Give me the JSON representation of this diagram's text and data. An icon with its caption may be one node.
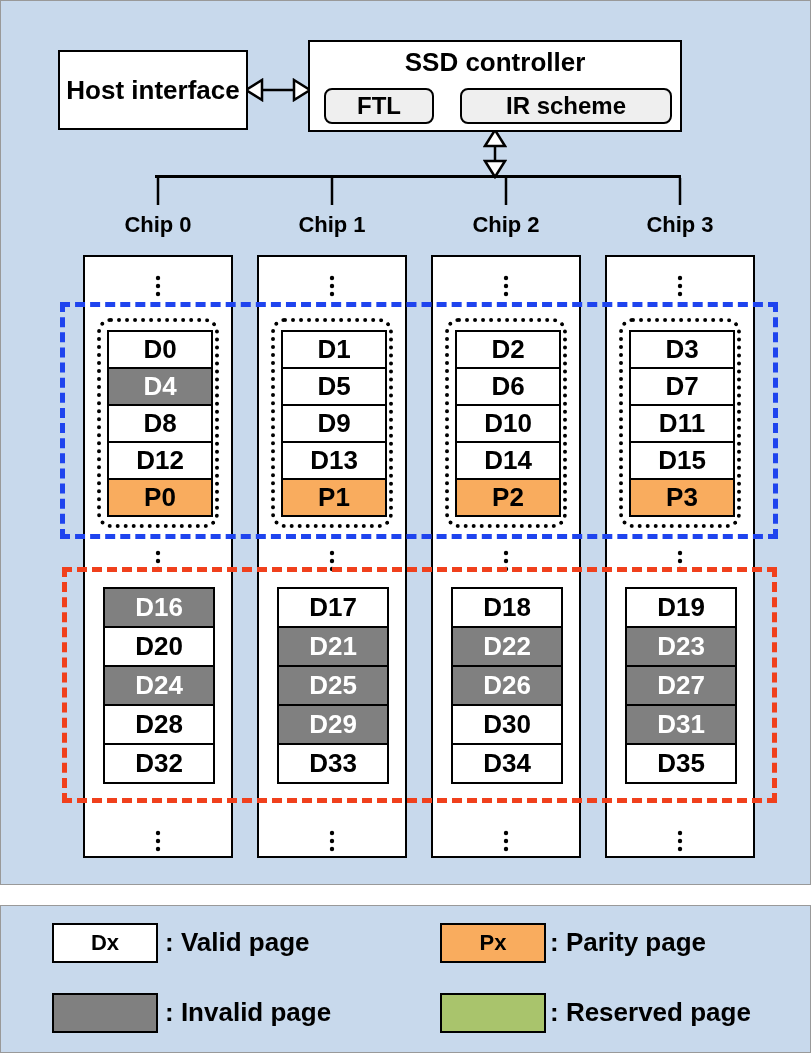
{
  "diagram": {
    "nodes": [
      {
        "text": [
          "Host interface"
        ]
      },
      {
        "text": [
          "SSD controller"
        ]
      },
      {
        "text": [
          "FTL"
        ],
        "in": 1
      },
      {
        "text": [
          "IR scheme"
        ],
        "in": 1
      },
      {
        "text": [],
        "shape": "bar"
      },
      {
        "text": [
          "Chip 0"
        ]
      },
      {
        "text": [
          "Chip 1"
        ]
      },
      {
        "text": [
          "Chip 2"
        ]
      },
      {
        "text": [
          "Chip 3"
        ]
      },
      {
        "text": [],
        "shape": "box"
      },
      {
        "text": [],
        "shape": "box"
      },
      {
        "text": [],
        "shape": "box"
      },
      {
        "text": [
          "D0"
        ],
        "in": 11
      },
      {
        "text": [
          "D4"
        ],
        "in": 11
      },
      {
        "text": [
          "D8"
        ],
        "in": 11
      },
      {
        "text": [
          "D12"
        ],
        "in": 11
      },
      {
        "text": [
          "P0"
        ],
        "in": 11
      },
      {
        "text": [],
        "shape": "box"
      },
      {
        "text": [
          "D1"
        ],
        "in": 17
      },
      {
        "text": [
          "D5"
        ],
        "in": 17
      },
      {
        "text": [
          "D9"
        ],
        "in": 17
      },
      {
        "text": [
          "D13"
        ],
        "in": 17
      },
      {
        "text": [
          "P1"
        ],
        "in": 17
      },
      {
        "text": [],
        "shape": "box"
      },
      {
        "text": [
          "D2"
        ],
        "in": 23
      },
      {
        "text": [
          "D6"
        ],
        "in": 23
      },
      {
        "text": [
          "D10"
        ],
        "in": 23
      },
      {
        "text": [
          "D14"
        ],
        "in": 23
      },
      {
        "text": [
          "P2"
        ],
        "in": 23
      },
      {
        "text": [],
        "shape": "box"
      },
      {
        "text": [
          "D3"
        ],
        "in": 29
      },
      {
        "text": [
          "D7"
        ],
        "in": 29
      },
      {
        "text": [
          "D11"
        ],
        "in": 29
      },
      {
        "text": [
          "D15"
        ],
        "in": 29
      },
      {
        "text": [
          "P3"
        ],
        "in": 29
      },
      {
        "text": [],
        "shape": "box"
      },
      {
        "text": [
          "D16"
        ],
        "in": 35
      },
      {
        "text": [
          "D20"
        ],
        "in": 35
      },
      {
        "text": [
          "D24"
        ],
        "in": 35
      },
      {
        "text": [
          "D28"
        ],
        "in": 35
      },
      {
        "text": [
          "D32"
        ],
        "in": 35
      },
      {
        "text": [],
        "shape": "box"
      },
      {
        "text": [
          "D17"
        ],
        "in": 41
      },
      {
        "text": [
          "D21"
        ],
        "in": 41
      },
      {
        "text": [
          "D25"
        ],
        "in": 41
      },
      {
        "text": [
          "D29"
        ],
        "in": 41
      },
      {
        "text": [
          "D33"
        ],
        "in": 41
      },
      {
        "text": [],
        "shape": "box"
      },
      {
        "text": [
          "D18"
        ],
        "in": 47
      },
      {
        "text": [
          "D22"
        ],
        "in": 47
      },
      {
        "text": [
          "D26"
        ],
        "in": 47
      },
      {
        "text": [
          "D30"
        ],
        "in": 47
      },
      {
        "text": [
          "D34"
        ],
        "in": 47
      },
      {
        "text": [],
        "shape": "box"
      },
      {
        "text": [
          "D19"
        ],
        "in": 53
      },
      {
        "text": [
          "D23"
        ],
        "in": 53
      },
      {
        "text": [
          "D27"
        ],
        "in": 53
      },
      {
        "text": [
          "D31"
        ],
        "in": 53
      },
      {
        "text": [
          "D35"
        ],
        "in": 53
      }
    ],
    "edges": [
      {
        "from": 0,
        "to": 1,
        "arrow": "both"
      },
      {
        "from": 1,
        "to": 4,
        "arrow": "both"
      },
      {
        "from": 4,
        "to": 5,
        "arrow": "none"
      },
      {
        "from": 4,
        "to": 6,
        "arrow": "none"
      },
      {
        "from": 4,
        "to": 7,
        "arrow": "none"
      },
      {
        "from": 4,
        "to": 8,
        "arrow": "none"
      }
    ],
    "labels": [
      "Dx",
      "Px"
    ],
    "legend": [
      {
        "text": ": Valid page",
        "color": "#ffffff"
      },
      {
        "text": ": Parity page",
        "color": "#f9ac5e"
      },
      {
        "text": ": Invalid page",
        "color": "#808080"
      },
      {
        "text": ": Reserved page",
        "color": "#a9c46c"
      }
    ]
  }
}
